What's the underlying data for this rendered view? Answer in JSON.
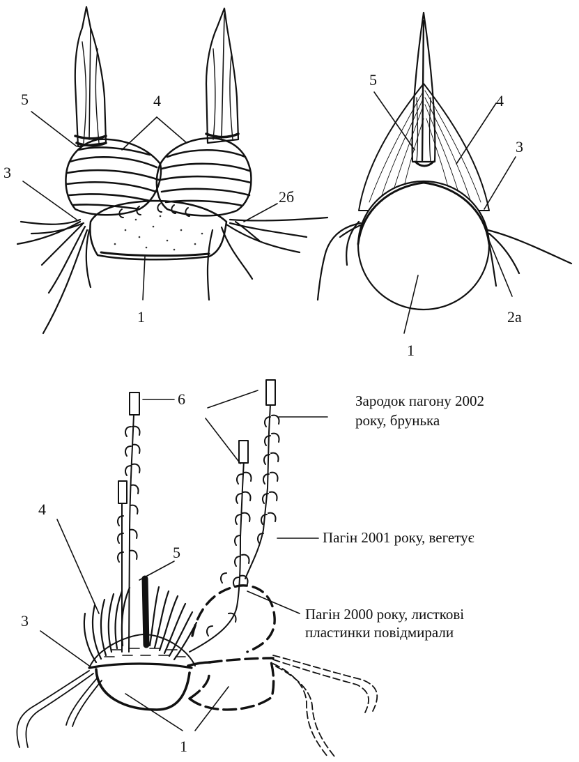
{
  "labels": {
    "top_left": {
      "l5": "5",
      "l4": "4",
      "l3": "3",
      "l2b": "2б",
      "l1": "1"
    },
    "top_right": {
      "l5": "5",
      "l4": "4",
      "l3": "3",
      "l2a": "2а",
      "l1": "1"
    },
    "bottom": {
      "l6": "6",
      "l5": "5",
      "l4": "4",
      "l3": "3",
      "l1": "1"
    }
  },
  "captions": {
    "embryo_line1": "Зародок пагону 2002",
    "embryo_line2": "року, брунька",
    "shoot2001": "Пагін 2001 року, вегетує",
    "shoot2000_line1": "Пагін 2000 року, листкові",
    "shoot2000_line2": "пластинки повідмирали"
  }
}
